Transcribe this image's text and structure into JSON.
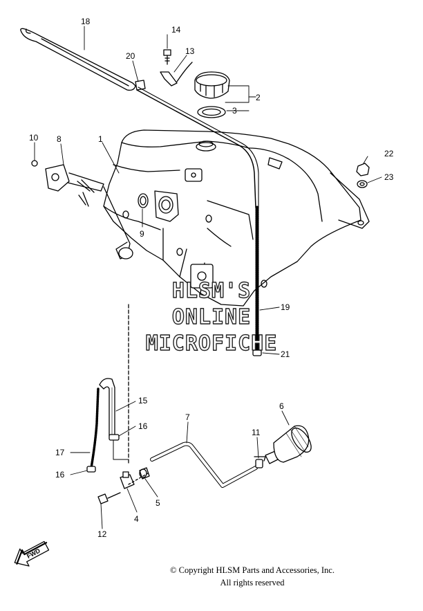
{
  "callouts": {
    "c1": "1",
    "c2": "2",
    "c3": "3",
    "c4": "4",
    "c5": "5",
    "c6": "6",
    "c7": "7",
    "c8": "8",
    "c9": "9",
    "c10": "10",
    "c11": "11",
    "c12": "12",
    "c13": "13",
    "c14": "14",
    "c15": "15",
    "c16a": "16",
    "c16b": "16",
    "c17": "17",
    "c18": "18",
    "c19": "19",
    "c20": "20",
    "c21": "21",
    "c22": "22",
    "c23": "23"
  },
  "watermark": {
    "line1": "HLSM'S",
    "line2": "ONLINE",
    "line3": "MICROFICHE"
  },
  "direction_label": "FWD",
  "copyright": {
    "line1": "© Copyright HLSM Parts and Accessories, Inc.",
    "line2": "All rights reserved"
  }
}
